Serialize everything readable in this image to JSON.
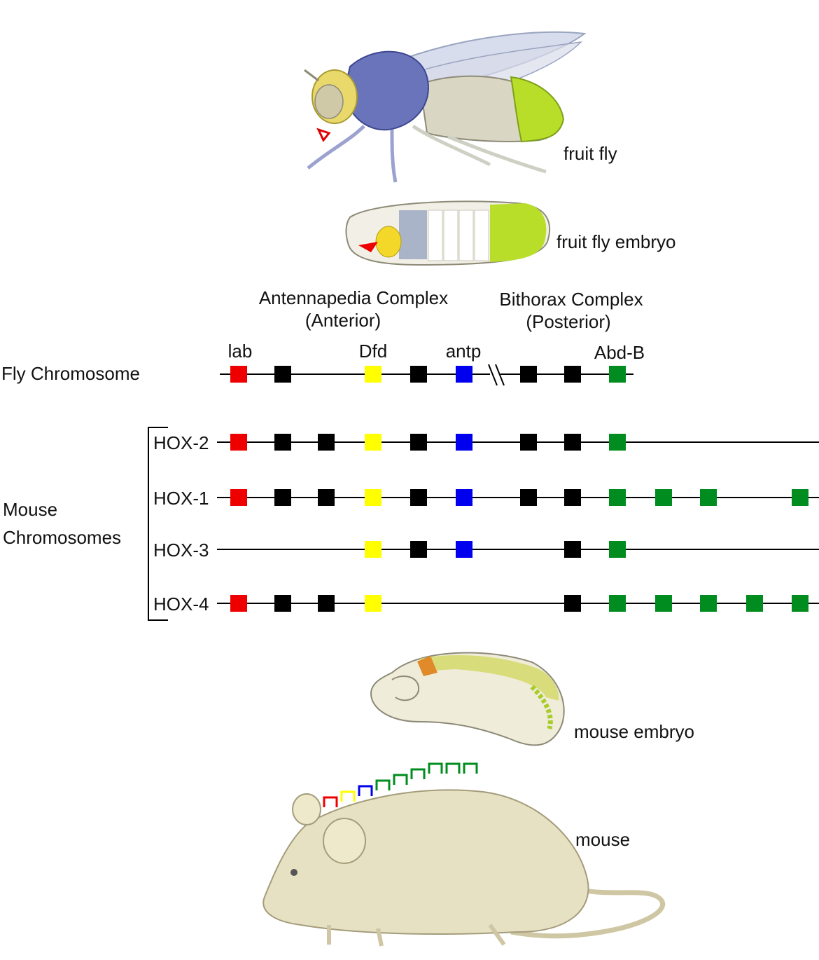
{
  "labels": {
    "fruit_fly": "fruit fly",
    "fruit_fly_embryo": "fruit fly embryo",
    "antennapedia": "Antennapedia Complex",
    "antennapedia_sub": "(Anterior)",
    "bithorax": "Bithorax Complex",
    "bithorax_sub": "(Posterior)",
    "fly_chromosome": "Fly Chromosome",
    "mouse_chromosomes_1": "Mouse",
    "mouse_chromosomes_2": "Chromosomes",
    "mouse_embryo": "mouse embryo",
    "mouse": "mouse"
  },
  "gene_labels": {
    "lab": "lab",
    "dfd": "Dfd",
    "antp": "antp",
    "abd_b": "Abd-B"
  },
  "colors": {
    "red": "#ee0000",
    "black": "#000000",
    "yellow": "#ffff00",
    "blue": "#0000ee",
    "green": "#008c1e"
  },
  "gene_columns": 14,
  "fly_chromosome": {
    "genes": [
      {
        "col": 0,
        "color": "red"
      },
      {
        "col": 1,
        "color": "black"
      },
      {
        "col": 3,
        "color": "yellow"
      },
      {
        "col": 4,
        "color": "black"
      },
      {
        "col": 5,
        "color": "blue"
      },
      {
        "col": 6,
        "color": "black"
      },
      {
        "col": 7,
        "color": "black"
      },
      {
        "col": 8,
        "color": "green"
      }
    ]
  },
  "mouse_chromosomes": [
    {
      "name": "HOX-2",
      "genes": [
        {
          "col": 0,
          "color": "red"
        },
        {
          "col": 1,
          "color": "black"
        },
        {
          "col": 2,
          "color": "black"
        },
        {
          "col": 3,
          "color": "yellow"
        },
        {
          "col": 4,
          "color": "black"
        },
        {
          "col": 5,
          "color": "blue"
        },
        {
          "col": 6,
          "color": "black"
        },
        {
          "col": 7,
          "color": "black"
        },
        {
          "col": 8,
          "color": "green"
        }
      ]
    },
    {
      "name": "HOX-1",
      "genes": [
        {
          "col": 0,
          "color": "red"
        },
        {
          "col": 1,
          "color": "black"
        },
        {
          "col": 2,
          "color": "black"
        },
        {
          "col": 3,
          "color": "yellow"
        },
        {
          "col": 4,
          "color": "black"
        },
        {
          "col": 5,
          "color": "blue"
        },
        {
          "col": 6,
          "color": "black"
        },
        {
          "col": 7,
          "color": "black"
        },
        {
          "col": 8,
          "color": "green"
        },
        {
          "col": 9,
          "color": "green"
        },
        {
          "col": 10,
          "color": "green"
        },
        {
          "col": 12,
          "color": "green"
        }
      ]
    },
    {
      "name": "HOX-3",
      "genes": [
        {
          "col": 3,
          "color": "yellow"
        },
        {
          "col": 4,
          "color": "black"
        },
        {
          "col": 5,
          "color": "blue"
        },
        {
          "col": 7,
          "color": "black"
        },
        {
          "col": 8,
          "color": "green"
        }
      ]
    },
    {
      "name": "HOX-4",
      "genes": [
        {
          "col": 0,
          "color": "red"
        },
        {
          "col": 1,
          "color": "black"
        },
        {
          "col": 2,
          "color": "black"
        },
        {
          "col": 3,
          "color": "yellow"
        },
        {
          "col": 7,
          "color": "black"
        },
        {
          "col": 8,
          "color": "green"
        },
        {
          "col": 9,
          "color": "green"
        },
        {
          "col": 10,
          "color": "green"
        },
        {
          "col": 11,
          "color": "green"
        },
        {
          "col": 12,
          "color": "green"
        }
      ]
    }
  ],
  "mouse_back_markers": [
    "red",
    "yellow",
    "blue",
    "green",
    "green",
    "green",
    "green",
    "green",
    "green"
  ]
}
